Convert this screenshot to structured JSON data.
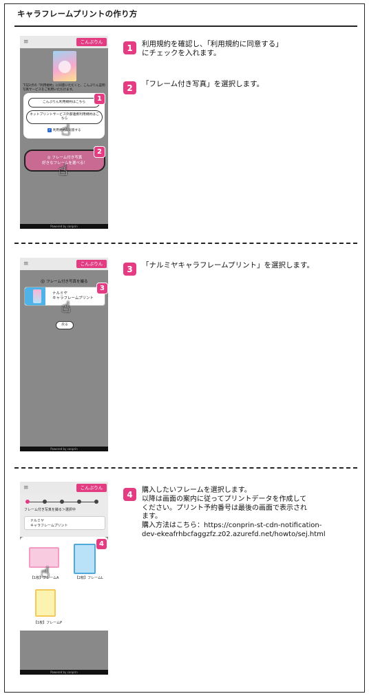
{
  "title": "キャラフレームプリントの作り方",
  "colors": {
    "accent": "#e43c82",
    "button": "#c86a92",
    "phone_bg": "#898989"
  },
  "phone_common": {
    "logo": "こんぷりん",
    "footer": "Powered by conprin",
    "menu_icon": "hamburger-icon"
  },
  "screen1": {
    "notice": "下記2点の「利用規約」に同意いただくと、こんぷりん証明写真サービスをご利用いただけます。",
    "terms_button": "こんぷりん利用規約はこちら",
    "netprint_button": "ネットプリントサービス外部連携利用規約はこちら",
    "checkbox_label": "利用規約に同意する",
    "frame_button_line1": "フレーム付き写真",
    "frame_button_line2": "好きなフレームを選べる！",
    "badge1": "1",
    "badge2": "2"
  },
  "screen2": {
    "heading": "フレーム付き写真を撮る",
    "item_line1": "ナルミヤ",
    "item_line2": "キャラフレームプリント",
    "back_button": "戻る",
    "badge": "3"
  },
  "screen3": {
    "breadcrumb": "フレーム付き写真を撮る＞選択中",
    "selected_line1": "ナルミヤ",
    "selected_line2": "キャラフレームプリント",
    "badge": "4",
    "frames": [
      {
        "label": "【1枚】フレームA"
      },
      {
        "label": "【2枚】フレームL"
      },
      {
        "label": "【1枚】フレームP"
      }
    ]
  },
  "steps": [
    {
      "num": "1",
      "lines": [
        "利用規約を確認し、「利用規約に同意する」",
        "にチェックを入れます。"
      ]
    },
    {
      "num": "2",
      "lines": [
        "「フレーム付き写真」を選択します。"
      ]
    },
    {
      "num": "3",
      "lines": [
        "「ナルミヤキャラフレームプリント」を選択します。"
      ]
    },
    {
      "num": "4",
      "lines": [
        "購入したいフレームを選択します。",
        "以降は画面の案内に従ってプリントデータを作成して",
        "ください。プリント予約番号は最後の画面で表示され",
        "ます。",
        "購入方法はこちら：https://conprin-st-cdn-notification-",
        "dev-ekeafrhbcfaggzfz.z02.azurefd.net/howto/sej.html"
      ]
    }
  ]
}
